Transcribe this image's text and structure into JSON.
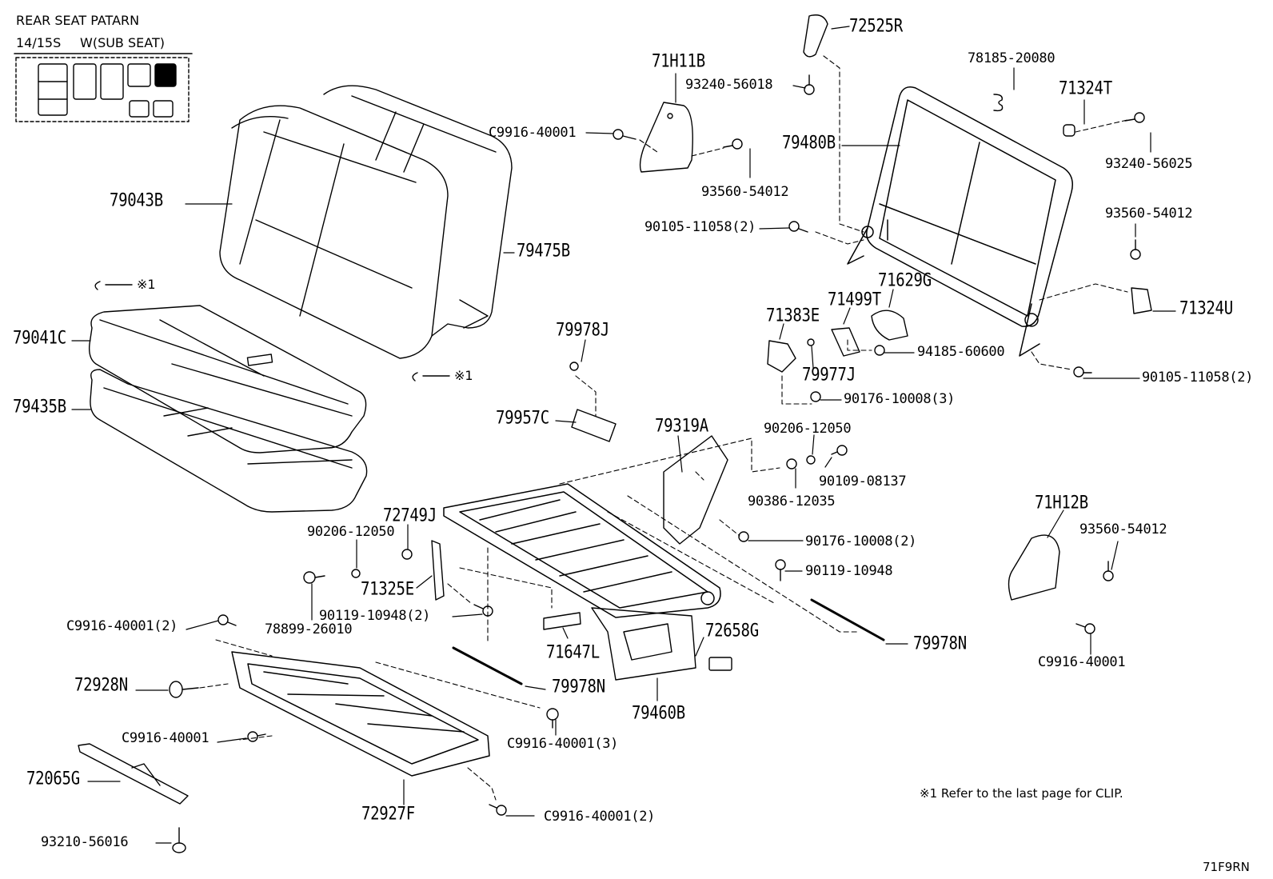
{
  "header": {
    "title": "REAR SEAT PATARN",
    "seat_config": "14/15S",
    "sub_seat": "W(SUB SEAT)"
  },
  "labels": {
    "p72525R": "72525R",
    "p71H11B": "71H11B",
    "p93240_56018": "93240-56018",
    "pC9916_40001_a": "C9916-40001",
    "p93560_54012_a": "93560-54012",
    "p78185_20080": "78185-20080",
    "p71324T": "71324T",
    "p79480B": "79480B",
    "p93240_56025": "93240-56025",
    "p93560_54012_b": "93560-54012",
    "p90105_11058_a": "90105-11058(2)",
    "p79043B": "79043B",
    "p79475B": "79475B",
    "p71629G": "71629G",
    "p71383E": "71383E",
    "p71499T": "71499T",
    "p71324U": "71324U",
    "p94185_60600": "94185-60600",
    "p79977J": "79977J",
    "p90105_11058_b": "90105-11058(2)",
    "p90176_10008_a": "90176-10008(3)",
    "p79978J": "79978J",
    "p79041C": "79041C",
    "p79435B": "79435B",
    "p79957C": "79957C",
    "p79319A": "79319A",
    "p90206_12050_a": "90206-12050",
    "p90109_08137": "90109-08137",
    "p90386_12035": "90386-12035",
    "p72749J": "72749J",
    "p90206_12050_b": "90206-12050",
    "p71H12B": "71H12B",
    "p93560_54012_c": "93560-54012",
    "p90176_10008_b": "90176-10008(2)",
    "p71325E": "71325E",
    "p90119_10948_a": "90119-10948",
    "p90119_10948_b": "90119-10948(2)",
    "p78899_26010": "78899-26010",
    "pC9916_40001_b": "C9916-40001(2)",
    "p72658G": "72658G",
    "p79978N_a": "79978N",
    "pC9916_40001_c": "C9916-40001",
    "p71647L": "71647L",
    "p72928N": "72928N",
    "p79978N_b": "79978N",
    "p79460B": "79460B",
    "pC9916_40001_d": "C9916-40001",
    "pC9916_40001_e": "C9916-40001(3)",
    "p72065G": "72065G",
    "pC9916_40001_f": "C9916-40001(2)",
    "p72927F": "72927F",
    "p93210_56016": "93210-56016"
  },
  "clip_ref": "※1",
  "note": "※1 Refer to the last page for CLIP.",
  "diagram_code": "71F9RN"
}
